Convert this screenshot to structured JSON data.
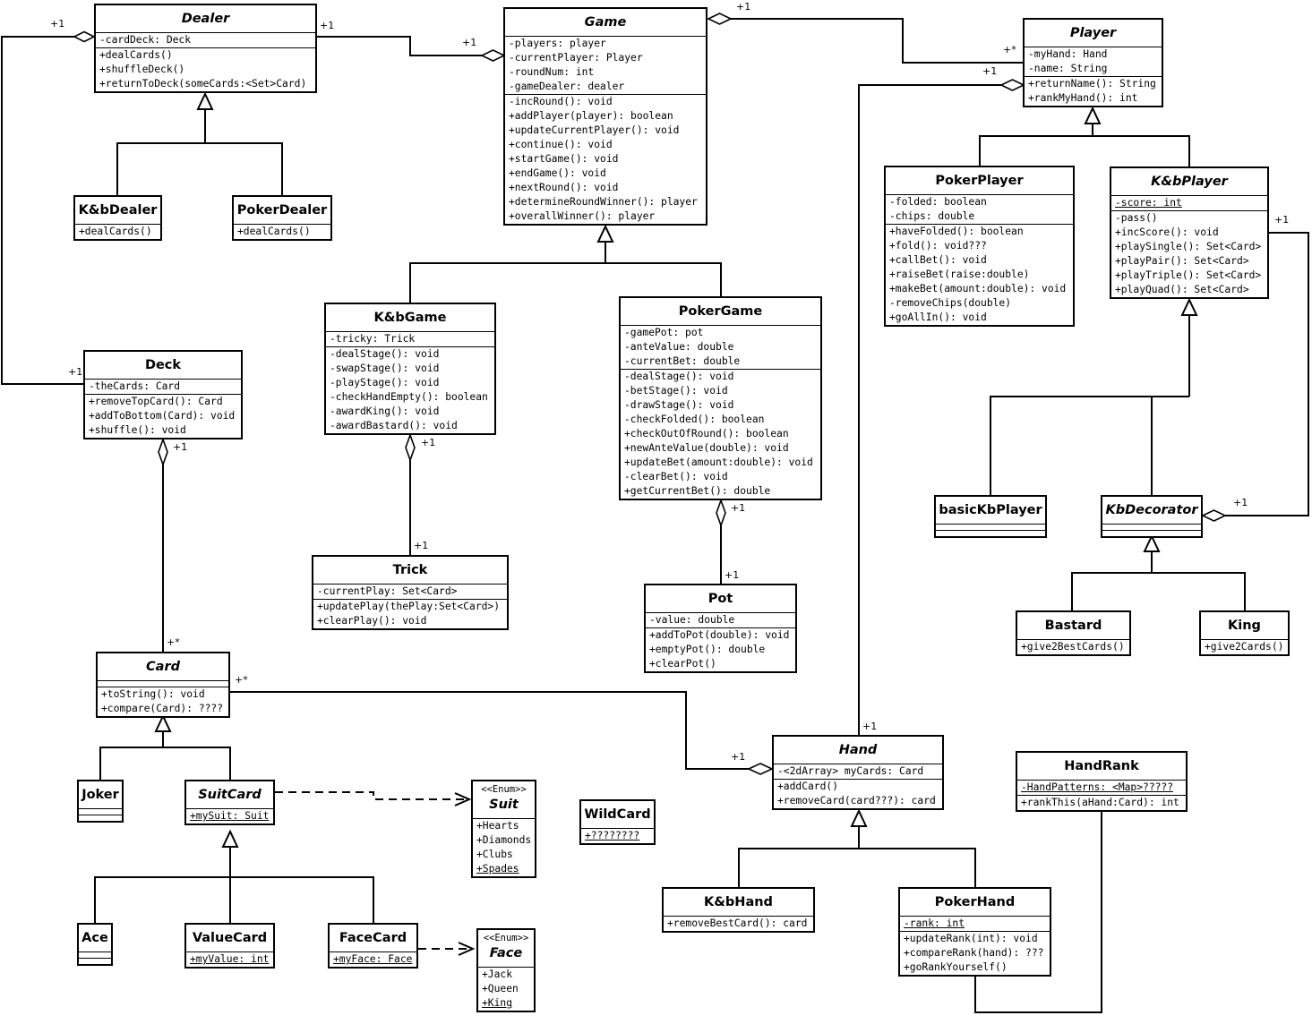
{
  "classes": [
    {
      "id": "dealer",
      "name": "Dealer",
      "abstract": true,
      "attributes": [
        {
          "text": "-cardDeck: Deck"
        }
      ],
      "operations": [
        {
          "text": "+dealCards()"
        },
        {
          "text": "+shuffleDeck()"
        },
        {
          "text": "+returnToDeck(someCards:<Set>Card)"
        }
      ]
    },
    {
      "id": "kbdealer",
      "name": "K&bDealer",
      "attributes": null,
      "operations": [
        {
          "text": "+dealCards()"
        }
      ]
    },
    {
      "id": "pokerdealer",
      "name": "PokerDealer",
      "attributes": null,
      "operations": [
        {
          "text": "+dealCards()"
        }
      ]
    },
    {
      "id": "game",
      "name": "Game",
      "abstract": true,
      "attributes": [
        {
          "text": "-players: player"
        },
        {
          "text": "-currentPlayer: Player"
        },
        {
          "text": "-roundNum: int"
        },
        {
          "text": "-gameDealer: dealer"
        }
      ],
      "operations": [
        {
          "text": "-incRound(): void"
        },
        {
          "text": "+addPlayer(player): boolean"
        },
        {
          "text": "+updateCurrentPlayer(): void"
        },
        {
          "text": "+continue(): void"
        },
        {
          "text": "+startGame(): void"
        },
        {
          "text": "+endGame(): void"
        },
        {
          "text": "+nextRound(): void"
        },
        {
          "text": "+determineRoundWinner(): player"
        },
        {
          "text": "+overallWinner(): player"
        }
      ]
    },
    {
      "id": "player",
      "name": "Player",
      "abstract": true,
      "attributes": [
        {
          "text": "-myHand: Hand"
        },
        {
          "text": "-name: String"
        }
      ],
      "operations": [
        {
          "text": "+returnName(): String"
        },
        {
          "text": "+rankMyHand(): int"
        }
      ]
    },
    {
      "id": "pokerplayer",
      "name": "PokerPlayer",
      "attributes": [
        {
          "text": "-folded: boolean"
        },
        {
          "text": "-chips: double"
        }
      ],
      "operations": [
        {
          "text": "+haveFolded(): boolean"
        },
        {
          "text": "+fold(): void???"
        },
        {
          "text": "+callBet(): void"
        },
        {
          "text": "+raiseBet(raise:double)"
        },
        {
          "text": "+makeBet(amount:double): void"
        },
        {
          "text": "-removeChips(double)"
        },
        {
          "text": "+goAllIn(): void"
        }
      ]
    },
    {
      "id": "kbplayer",
      "name": "K&bPlayer",
      "abstract": true,
      "attributes": [
        {
          "text": "-score: int",
          "static": true
        }
      ],
      "operations": [
        {
          "text": "-pass()"
        },
        {
          "text": "+incScore(): void"
        },
        {
          "text": "+playSingle(): Set<Card>"
        },
        {
          "text": "+playPair(): Set<Card>"
        },
        {
          "text": "+playTriple(): Set<Card>"
        },
        {
          "text": "+playQuad(): Set<Card>"
        }
      ]
    },
    {
      "id": "kbgame",
      "name": "K&bGame",
      "attributes": [
        {
          "text": "-tricky: Trick"
        }
      ],
      "operations": [
        {
          "text": "-dealStage(): void"
        },
        {
          "text": "-swapStage(): void"
        },
        {
          "text": "-playStage(): void"
        },
        {
          "text": "-checkHandEmpty(): boolean"
        },
        {
          "text": "-awardKing(): void"
        },
        {
          "text": "-awardBastard(): void"
        }
      ]
    },
    {
      "id": "pokergame",
      "name": "PokerGame",
      "attributes": [
        {
          "text": "-gamePot: pot"
        },
        {
          "text": "-anteValue: double"
        },
        {
          "text": "-currentBet: double"
        }
      ],
      "operations": [
        {
          "text": "-dealStage(): void"
        },
        {
          "text": "-betStage(): void"
        },
        {
          "text": "-drawStage(): void"
        },
        {
          "text": "-checkFolded(): boolean"
        },
        {
          "text": "+checkOutOfRound(): boolean"
        },
        {
          "text": "+newAnteValue(double): void"
        },
        {
          "text": "+updateBet(amount:double): void"
        },
        {
          "text": "-clearBet(): void"
        },
        {
          "text": "+getCurrentBet(): double"
        }
      ]
    },
    {
      "id": "deck",
      "name": "Deck",
      "attributes": [
        {
          "text": "-theCards: Card"
        }
      ],
      "operations": [
        {
          "text": "+removeTopCard(): Card"
        },
        {
          "text": "+addToBottom(Card): void"
        },
        {
          "text": "+shuffle(): void"
        }
      ]
    },
    {
      "id": "trick",
      "name": "Trick",
      "attributes": [
        {
          "text": "-currentPlay: Set<Card>"
        }
      ],
      "operations": [
        {
          "text": "+updatePlay(thePlay:Set<Card>)"
        },
        {
          "text": "+clearPlay(): void"
        }
      ]
    },
    {
      "id": "pot",
      "name": "Pot",
      "attributes": [
        {
          "text": "-value: double"
        }
      ],
      "operations": [
        {
          "text": "+addToPot(double): void"
        },
        {
          "text": "+emptyPot(): double"
        },
        {
          "text": "+clearPot()"
        }
      ]
    },
    {
      "id": "basickbplayer",
      "name": "basicKbPlayer",
      "attributes": [],
      "operations": []
    },
    {
      "id": "kbdecorator",
      "name": "KbDecorator",
      "abstract": true,
      "attributes": [],
      "operations": []
    },
    {
      "id": "bastard",
      "name": "Bastard",
      "attributes": null,
      "operations": [
        {
          "text": "+give2BestCards()"
        }
      ]
    },
    {
      "id": "king",
      "name": "King",
      "attributes": null,
      "operations": [
        {
          "text": "+give2Cards()"
        }
      ]
    },
    {
      "id": "card",
      "name": "Card",
      "abstract": true,
      "attributes": [],
      "operations": [
        {
          "text": "+toString(): void"
        },
        {
          "text": "+compare(Card): ????"
        }
      ]
    },
    {
      "id": "joker",
      "name": "Joker",
      "attributes": [],
      "operations": []
    },
    {
      "id": "suitcard",
      "name": "SuitCard",
      "abstract": true,
      "attributes": null,
      "operations": [
        {
          "text": "+mySuit: Suit",
          "static": true
        }
      ]
    },
    {
      "id": "suit",
      "name": "Suit",
      "abstract": true,
      "stereotype": "<<Enum>>",
      "attributes": null,
      "operations": [
        {
          "text": "+Hearts"
        },
        {
          "text": "+Diamonds"
        },
        {
          "text": "+Clubs"
        },
        {
          "text": "+Spades",
          "static": true
        }
      ]
    },
    {
      "id": "wildcard",
      "name": "WildCard",
      "attributes": null,
      "operations": [
        {
          "text": "+????????",
          "static": true
        }
      ]
    },
    {
      "id": "ace",
      "name": "Ace",
      "attributes": [],
      "operations": []
    },
    {
      "id": "valuecard",
      "name": "ValueCard",
      "attributes": null,
      "operations": [
        {
          "text": "+myValue: int",
          "static": true
        }
      ]
    },
    {
      "id": "facecard",
      "name": "FaceCard",
      "attributes": null,
      "operations": [
        {
          "text": "+myFace: Face",
          "static": true
        }
      ]
    },
    {
      "id": "face",
      "name": "Face",
      "abstract": true,
      "stereotype": "<<Enum>>",
      "attributes": null,
      "operations": [
        {
          "text": "+Jack"
        },
        {
          "text": "+Queen"
        },
        {
          "text": "+King",
          "static": true
        }
      ]
    },
    {
      "id": "hand",
      "name": "Hand",
      "abstract": true,
      "attributes": [
        {
          "text": "-<2dArray> myCards: Card"
        }
      ],
      "operations": [
        {
          "text": "+addCard()"
        },
        {
          "text": "+removeCard(card???): card"
        }
      ]
    },
    {
      "id": "handrank",
      "name": "HandRank",
      "attributes": [
        {
          "text": "-HandPatterns: <Map>?????",
          "static": true
        }
      ],
      "operations": [
        {
          "text": "+rankThis(aHand:Card): int"
        }
      ]
    },
    {
      "id": "kbhand",
      "name": "K&bHand",
      "attributes": null,
      "operations": [
        {
          "text": "+removeBestCard(): card"
        }
      ]
    },
    {
      "id": "pokerhand",
      "name": "PokerHand",
      "attributes": [
        {
          "text": "-rank: int",
          "static": true
        }
      ],
      "operations": [
        {
          "text": "+updateRank(int): void"
        },
        {
          "text": "+compareRank(hand): ???"
        },
        {
          "text": "+goRankYourself()"
        }
      ]
    }
  ],
  "multiplicities": [
    {
      "id": "m-dealer-left",
      "text": "+1"
    },
    {
      "id": "m-dealer-right",
      "text": "+1"
    },
    {
      "id": "m-game-from-dealer",
      "text": "+1"
    },
    {
      "id": "m-game-top",
      "text": "+1"
    },
    {
      "id": "m-player-star",
      "text": "+*"
    },
    {
      "id": "m-player-hand",
      "text": "+1"
    },
    {
      "id": "m-kbplayer-right",
      "text": "+1"
    },
    {
      "id": "m-deck-left",
      "text": "+1"
    },
    {
      "id": "m-deck-bottom",
      "text": "+1"
    },
    {
      "id": "m-kbgame-bottom",
      "text": "+1"
    },
    {
      "id": "m-trick-top",
      "text": "+1"
    },
    {
      "id": "m-pokergame-bottom",
      "text": "+1"
    },
    {
      "id": "m-pot-top",
      "text": "+1"
    },
    {
      "id": "m-kbdecorator",
      "text": "+1"
    },
    {
      "id": "m-card-top",
      "text": "+*"
    },
    {
      "id": "m-card-right",
      "text": "+*"
    },
    {
      "id": "m-hand-left",
      "text": "+1"
    },
    {
      "id": "m-hand-top",
      "text": "+1"
    }
  ]
}
